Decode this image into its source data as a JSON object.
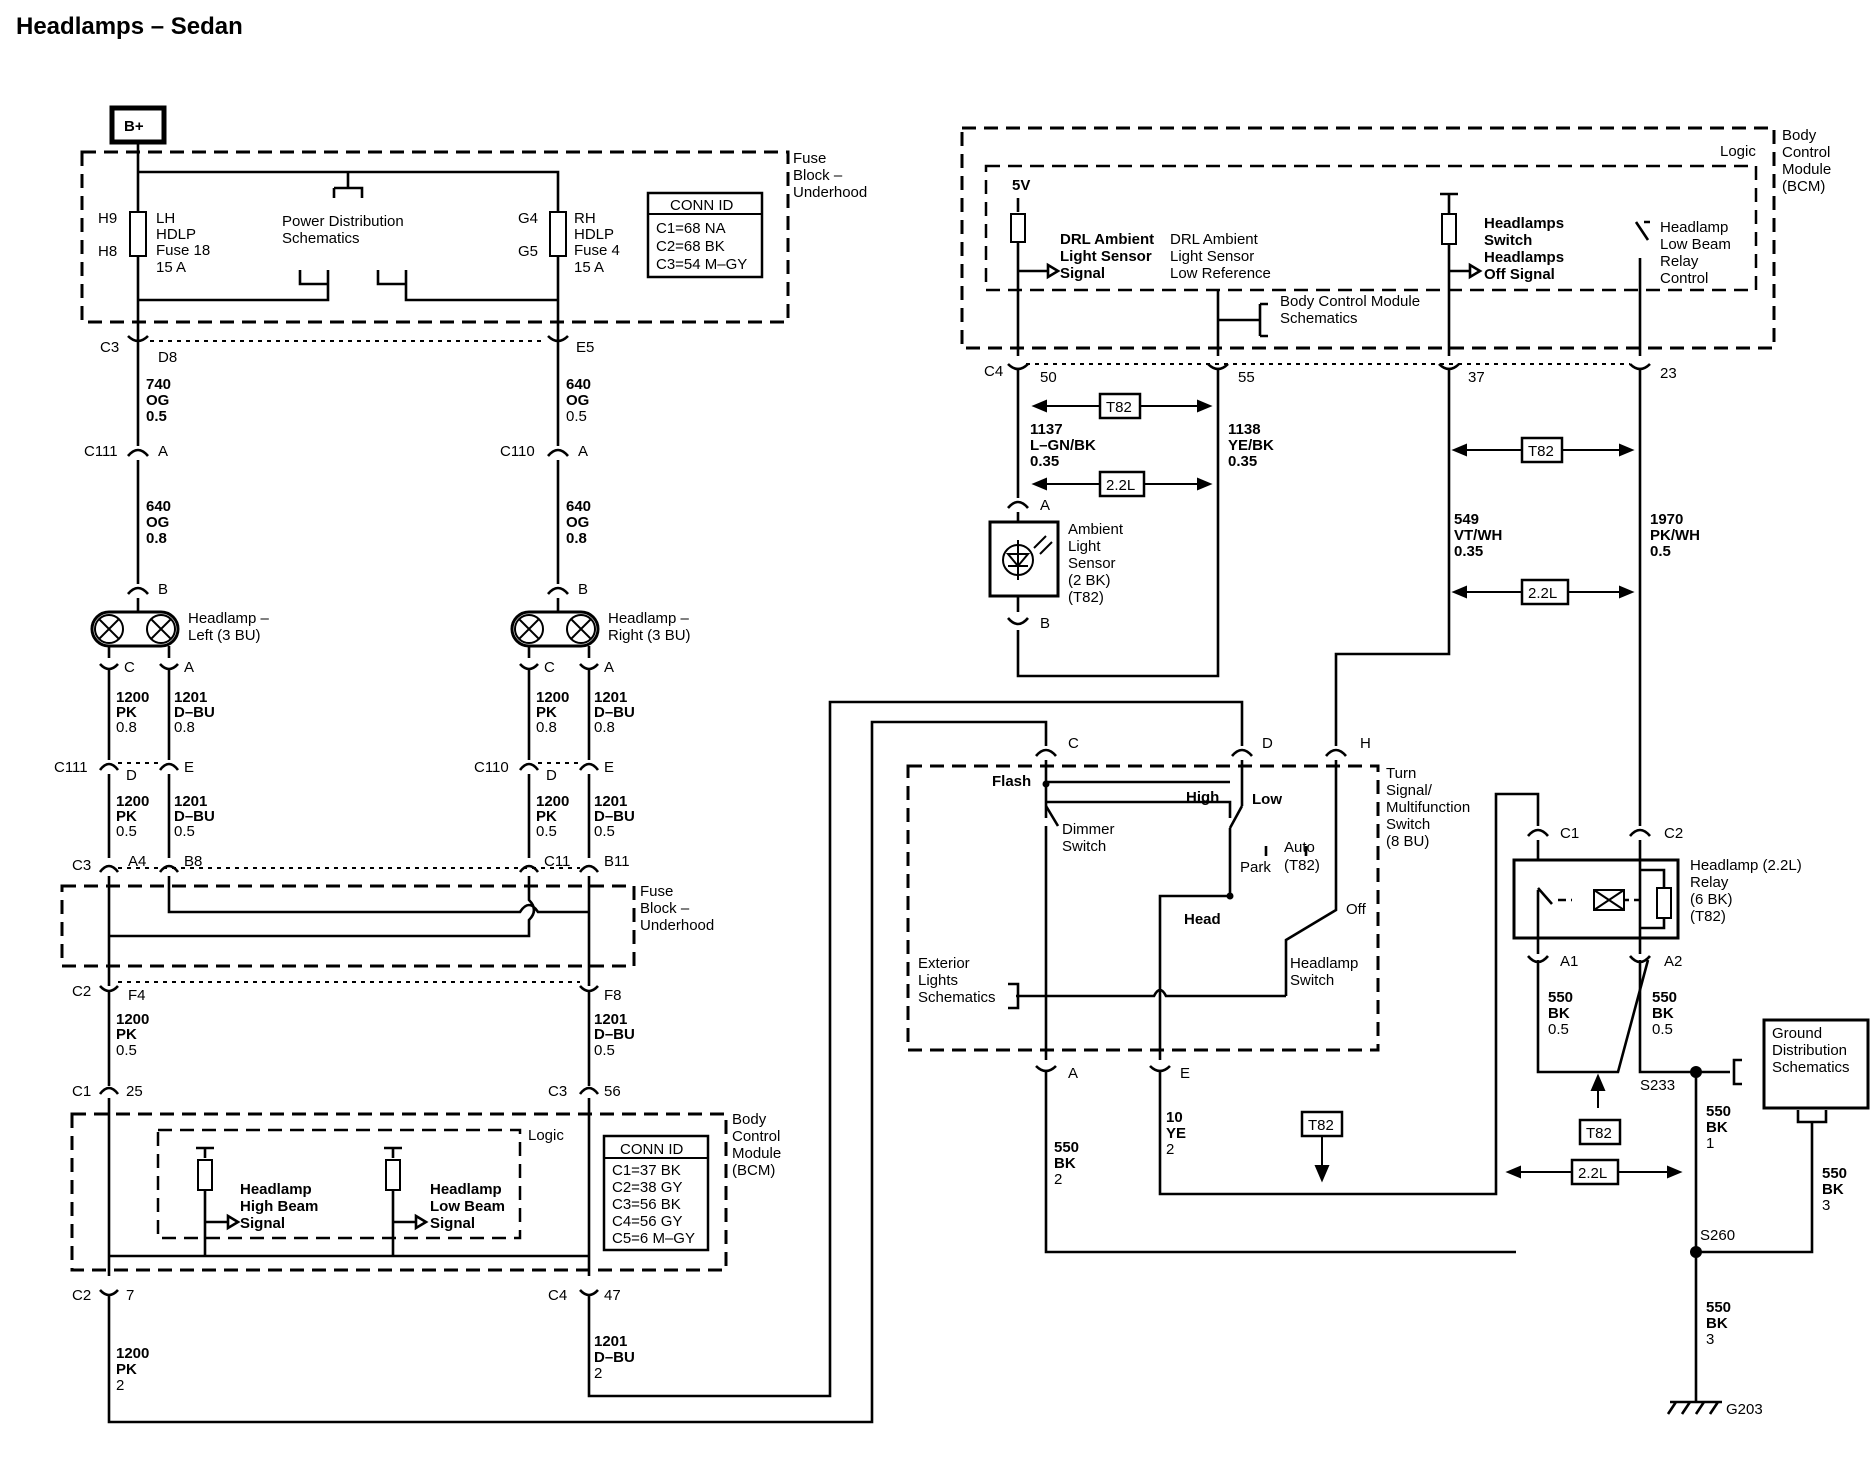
{
  "title": "Headlamps – Sedan",
  "labels": {
    "bplus": "B+",
    "fuse_block_1": "Fuse",
    "fuse_block_2": "Block –",
    "fuse_block_3": "Underhood",
    "conn_top_title": "CONN ID",
    "conn_top_c1": "C1=68 NA",
    "conn_top_c2": "C2=68 BK",
    "conn_top_c3": "C3=54 M–GY",
    "lh_1": "LH",
    "lh_2": "HDLP",
    "lh_3": "Fuse 18",
    "lh_4": "15 A",
    "rh_1": "RH",
    "rh_2": "HDLP",
    "rh_3": "Fuse 4",
    "rh_4": "15 A",
    "h9": "H9",
    "h8": "H8",
    "g4": "G4",
    "g5": "G5",
    "pds_1": "Power Distribution",
    "pds_2": "Schematics",
    "c3": "C3",
    "d8": "D8",
    "e5": "E5",
    "w740_1": "740",
    "w740_2": "OG",
    "w740_3": "0.5",
    "w640a_1": "640",
    "w640a_2": "OG",
    "w640a_3": "0.5",
    "c111": "C111",
    "c110": "C110",
    "pinA": "A",
    "pinB": "B",
    "pinC": "C",
    "pinD": "D",
    "pinE": "E",
    "w640b_1": "640",
    "w640b_2": "OG",
    "w640b_3": "0.8",
    "hl_left_1": "Headlamp –",
    "hl_left_2": "Left (3 BU)",
    "hl_right_1": "Headlamp –",
    "hl_right_2": "Right (3 BU)",
    "w1200_a1": "1200",
    "w1200_a2": "PK",
    "w1200_a3": "0.8",
    "w1201_a1": "1201",
    "w1201_a2": "D–BU",
    "w1201_a3": "0.8",
    "w1200_b3": "0.5",
    "a4": "A4",
    "b8": "B8",
    "c11": "C11",
    "b11": "B11",
    "c2": "C2",
    "f4": "F4",
    "f8": "F8",
    "c1": "C1",
    "n25": "25",
    "n56": "56",
    "bcm_1": "Body",
    "bcm_2": "Control",
    "bcm_3": "Module",
    "bcm_4": "(BCM)",
    "logic": "Logic",
    "conn_bcm_title": "CONN ID",
    "conn_bcm_c1": "C1=37 BK",
    "conn_bcm_c2": "C2=38 GY",
    "conn_bcm_c3": "C3=56 BK",
    "conn_bcm_c4": "C4=56 GY",
    "conn_bcm_c5": "C5=6 M–GY",
    "hb_1": "Headlamp",
    "hb_2": "High Beam",
    "hb_3": "Signal",
    "lb_1": "Headlamp",
    "lb_2": "Low Beam",
    "lb_3": "Signal",
    "c4": "C4",
    "n7": "7",
    "n47": "47",
    "w1200_c3": "2",
    "n5v": "5V",
    "drl_sig_1": "DRL Ambient",
    "drl_sig_2": "Light Sensor",
    "drl_sig_3": "Signal",
    "drl_ref_1": "DRL Ambient",
    "drl_ref_2": "Light Sensor",
    "drl_ref_3": "Low Reference",
    "hs_off_1": "Headlamps",
    "hs_off_2": "Switch",
    "hs_off_3": "Headlamps",
    "hs_off_4": "Off Signal",
    "hlb_relay_1": "Headlamp",
    "hlb_relay_2": "Low Beam",
    "hlb_relay_3": "Relay",
    "hlb_relay_4": "Control",
    "bcm_sch_1": "Body Control Module",
    "bcm_sch_2": "Schematics",
    "n50": "50",
    "n55": "55",
    "n37": "37",
    "n23": "23",
    "t82": "T82",
    "l22": "2.2L",
    "w1137_1": "1137",
    "w1137_2": "L–GN/BK",
    "w1137_3": "0.35",
    "w1138_1": "1138",
    "w1138_2": "YE/BK",
    "w1138_3": "0.35",
    "als_1": "Ambient",
    "als_2": "Light",
    "als_3": "Sensor",
    "als_4": "(2 BK)",
    "als_5": "(T82)",
    "w549_1": "549",
    "w549_2": "VT/WH",
    "w549_3": "0.35",
    "w1970_1": "1970",
    "w1970_2": "PK/WH",
    "w1970_3": "0.5",
    "pinH": "H",
    "flash": "Flash",
    "high": "High",
    "low": "Low",
    "dimmer_1": "Dimmer",
    "dimmer_2": "Switch",
    "park": "Park",
    "auto_1": "Auto",
    "auto_2": "(T82)",
    "head": "Head",
    "off": "Off",
    "hsw_1": "Headlamp",
    "hsw_2": "Switch",
    "ext_1": "Exterior",
    "ext_2": "Lights",
    "ext_3": "Schematics",
    "tsm_1": "Turn",
    "tsm_2": "Signal/",
    "tsm_3": "Multifunction",
    "tsm_4": "Switch",
    "tsm_5": "(8 BU)",
    "relay_1": "Headlamp (2.2L)",
    "relay_2": "Relay",
    "relay_3": "(6 BK)",
    "relay_4": "(T82)",
    "a1": "A1",
    "a2": "A2",
    "w550_1": "550",
    "w550_2": "BK",
    "w550_3": "0.5",
    "w550_n1": "1",
    "w550_n2": "2",
    "w550_n3": "3",
    "w10_1": "10",
    "w10_2": "YE",
    "w10_3": "2",
    "s233": "S233",
    "s260": "S260",
    "g203": "G203",
    "gds_1": "Ground",
    "gds_2": "Distribution",
    "gds_3": "Schematics"
  }
}
